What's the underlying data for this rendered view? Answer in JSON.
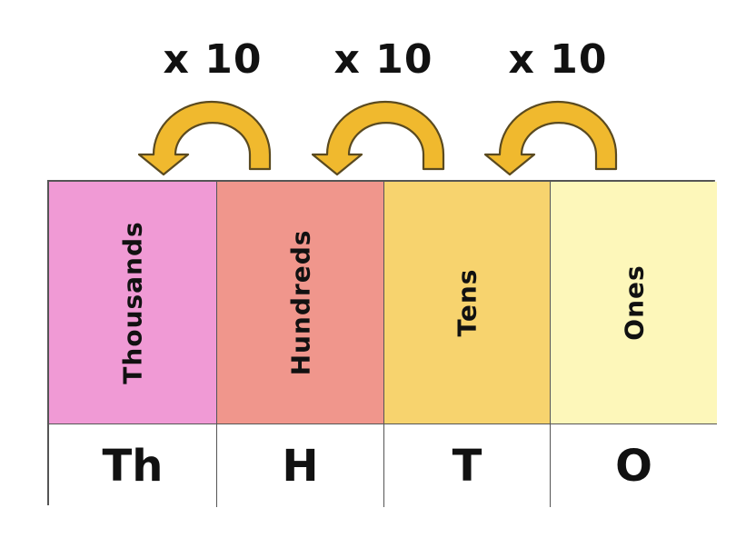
{
  "multipliers": [
    {
      "label": "x 10"
    },
    {
      "label": "x 10"
    },
    {
      "label": "x 10"
    }
  ],
  "arrow_color": "#f0b92e",
  "columns": [
    {
      "name": "Thousands",
      "abbr": "Th",
      "color": "#f09ad5"
    },
    {
      "name": "Hundreds",
      "abbr": "H",
      "color": "#f0968c"
    },
    {
      "name": "Tens",
      "abbr": "T",
      "color": "#f7d36e"
    },
    {
      "name": "Ones",
      "abbr": "O",
      "color": "#fdf7ba"
    }
  ]
}
